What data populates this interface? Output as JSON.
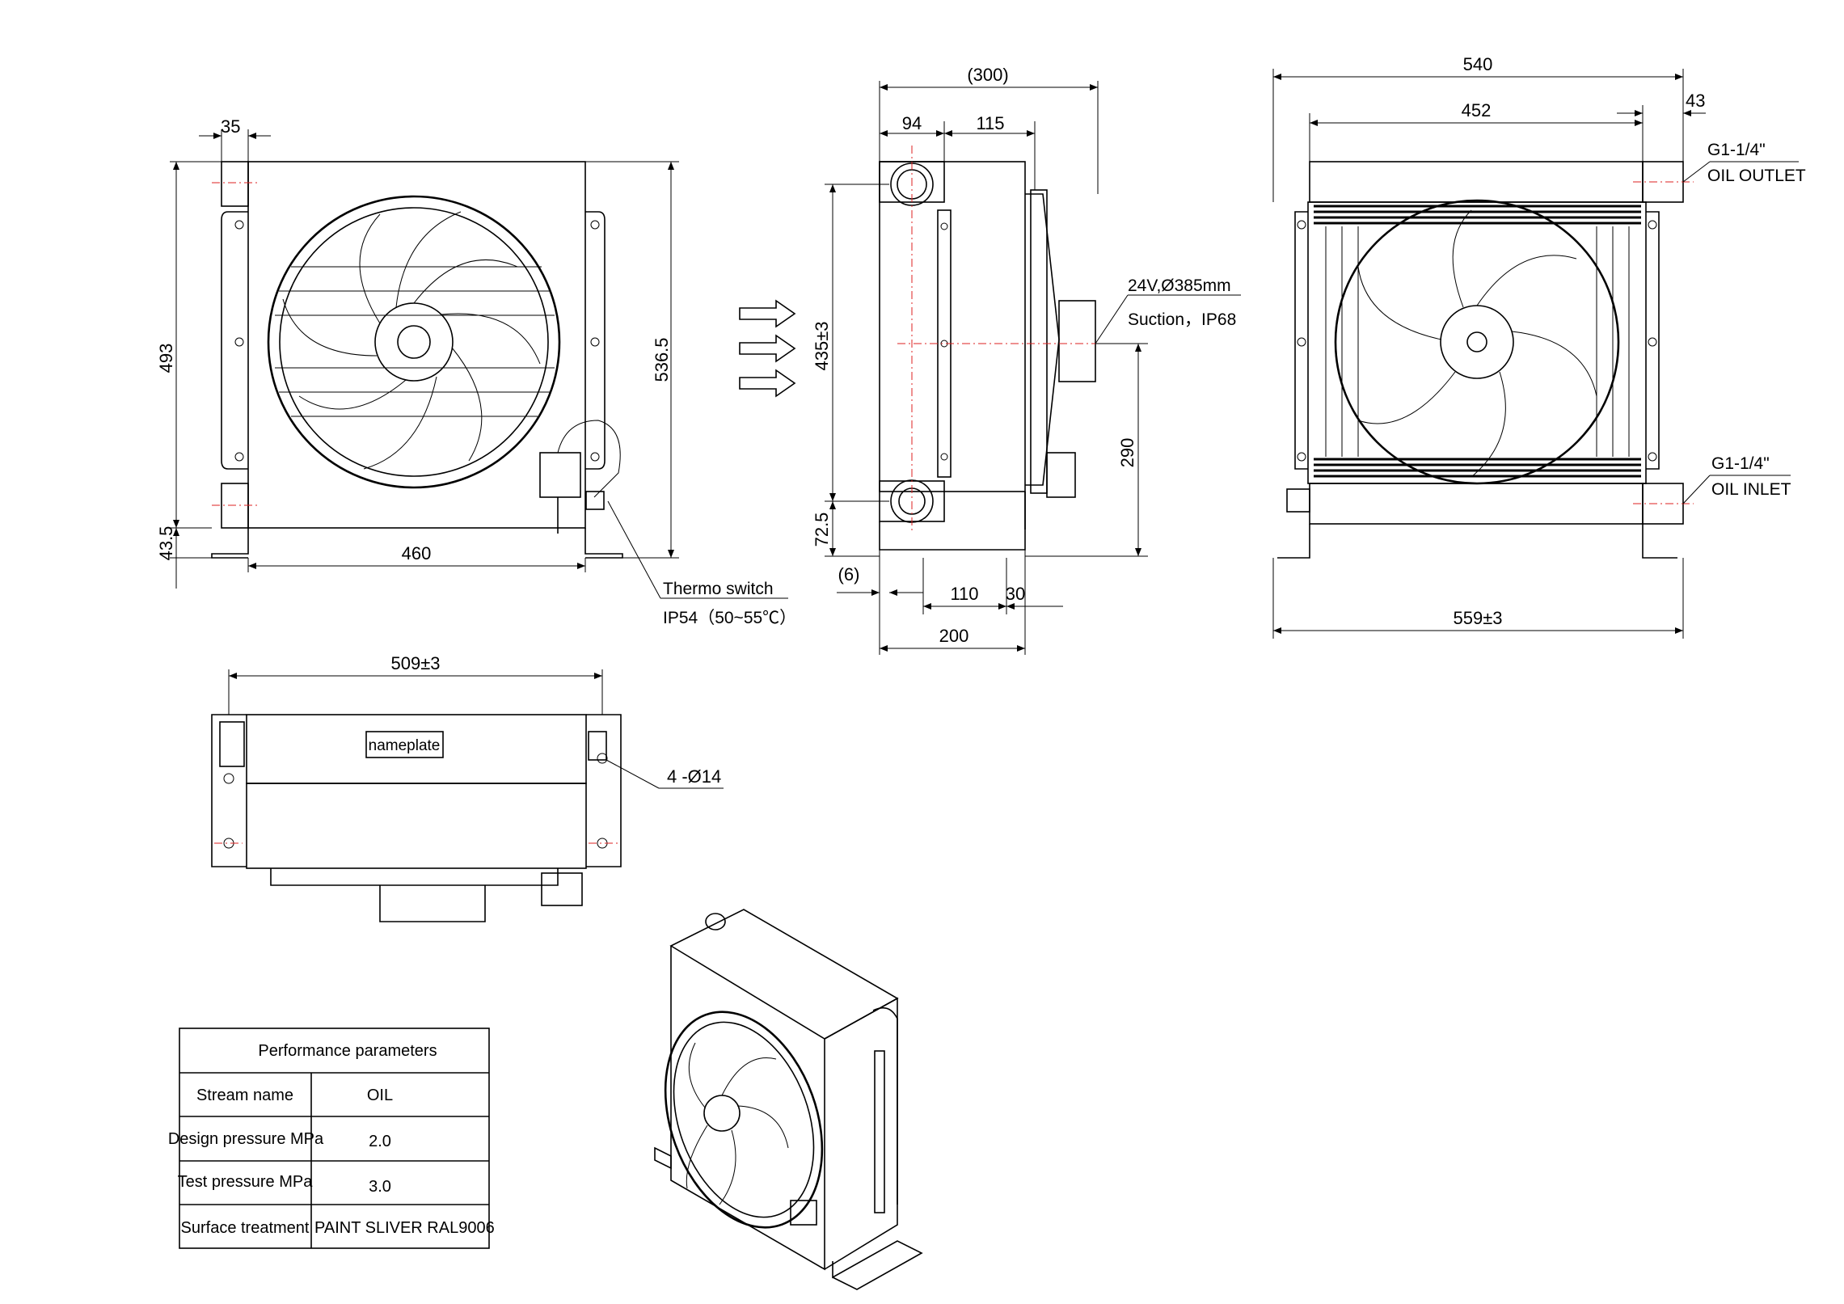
{
  "front_view": {
    "dims": {
      "top_flange": "35",
      "height_left": "493",
      "height_right": "536.5",
      "bottom": "43.5",
      "width": "460"
    },
    "thermo_switch": {
      "line1": "Thermo switch",
      "line2": "IP54（50~55℃）"
    }
  },
  "side_view": {
    "dims": {
      "overall": "(300)",
      "core": "94",
      "fan": "115",
      "ports": "435±3",
      "fan_center": "290",
      "bottom_port": "72.5",
      "offset": "(6)",
      "foot_a": "110",
      "foot_b": "30",
      "foot_total": "200"
    },
    "motor": {
      "line1": "24V,Ø385mm",
      "line2": "Suction，IP68"
    }
  },
  "rear_view": {
    "dims": {
      "overall": "540",
      "core": "452",
      "port": "43",
      "base": "559±3"
    },
    "outlet": {
      "line1": "G1-1/4\"",
      "line2": "OIL OUTLET"
    },
    "inlet": {
      "line1": "G1-1/4\"",
      "line2": "OIL INLET"
    }
  },
  "top_view": {
    "dims": {
      "width": "509±3"
    },
    "nameplate": "nameplate",
    "holes": "4 -Ø14"
  },
  "table": {
    "title": "Performance parameters",
    "rows": [
      {
        "label": "Stream name",
        "value": "OIL"
      },
      {
        "label": "Design pressure  MPa",
        "value": "2.0"
      },
      {
        "label": "Test pressure MPa",
        "value": "3.0"
      },
      {
        "label": "Surface treatment",
        "value": "PAINT SLIVER RAL9006"
      }
    ]
  }
}
